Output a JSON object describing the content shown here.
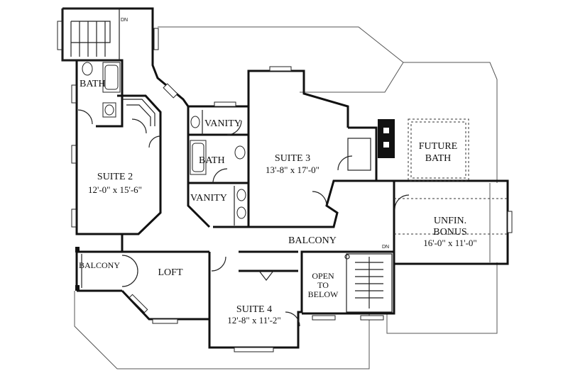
{
  "rooms": {
    "suite2": {
      "name": "SUITE 2",
      "dims": "12'-0\" x 15'-6\""
    },
    "suite3": {
      "name": "SUITE 3",
      "dims": "13'-8\" x 17'-0\""
    },
    "suite4": {
      "name": "SUITE 4",
      "dims": "12'-8\" x 11'-2\""
    },
    "bonus": {
      "name1": "UNFIN.",
      "name2": "BONUS",
      "dims": "16'-0\" x 11'-0\""
    },
    "future_bath": {
      "line1": "FUTURE",
      "line2": "BATH"
    },
    "bath_top": "BATH",
    "bath_mid": "BATH",
    "vanity_top": "VANITY",
    "vanity_bot": "VANITY",
    "balcony_left": "BALCONY",
    "balcony_main": "BALCONY",
    "loft": "LOFT",
    "open_below": {
      "line1": "OPEN",
      "line2": "TO",
      "line3": "BELOW"
    },
    "stair_top_dn": "DN",
    "stair_right_dn": "DN"
  }
}
